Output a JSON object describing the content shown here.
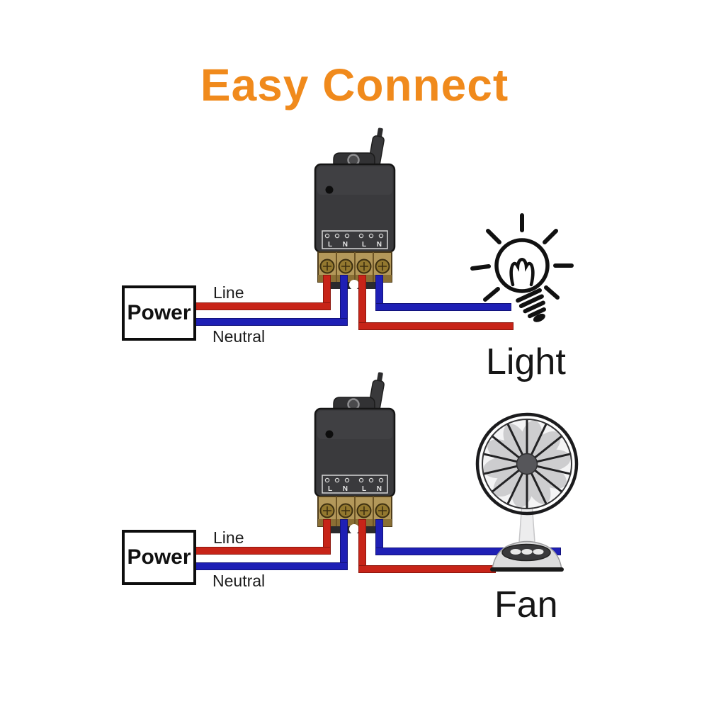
{
  "title": {
    "text": "Easy Connect"
  },
  "palette": {
    "title_orange": "#F08A1C",
    "wire_line_red": "#C72418",
    "wire_neutral_blue": "#1E1FB5",
    "relay_body_gray": "#3A3A3D",
    "terminal_brass": "#B3985A"
  },
  "circuits": [
    {
      "name": "light",
      "power_label": "Power",
      "line_label": "Line",
      "neutral_label": "Neutral",
      "load_label": "Light",
      "relay": {
        "terminals_left": "L N",
        "terminals_right": "L N"
      }
    },
    {
      "name": "fan",
      "power_label": "Power",
      "line_label": "Line",
      "neutral_label": "Neutral",
      "load_label": "Fan",
      "relay": {
        "terminals_left": "L N",
        "terminals_right": "L N"
      }
    }
  ]
}
